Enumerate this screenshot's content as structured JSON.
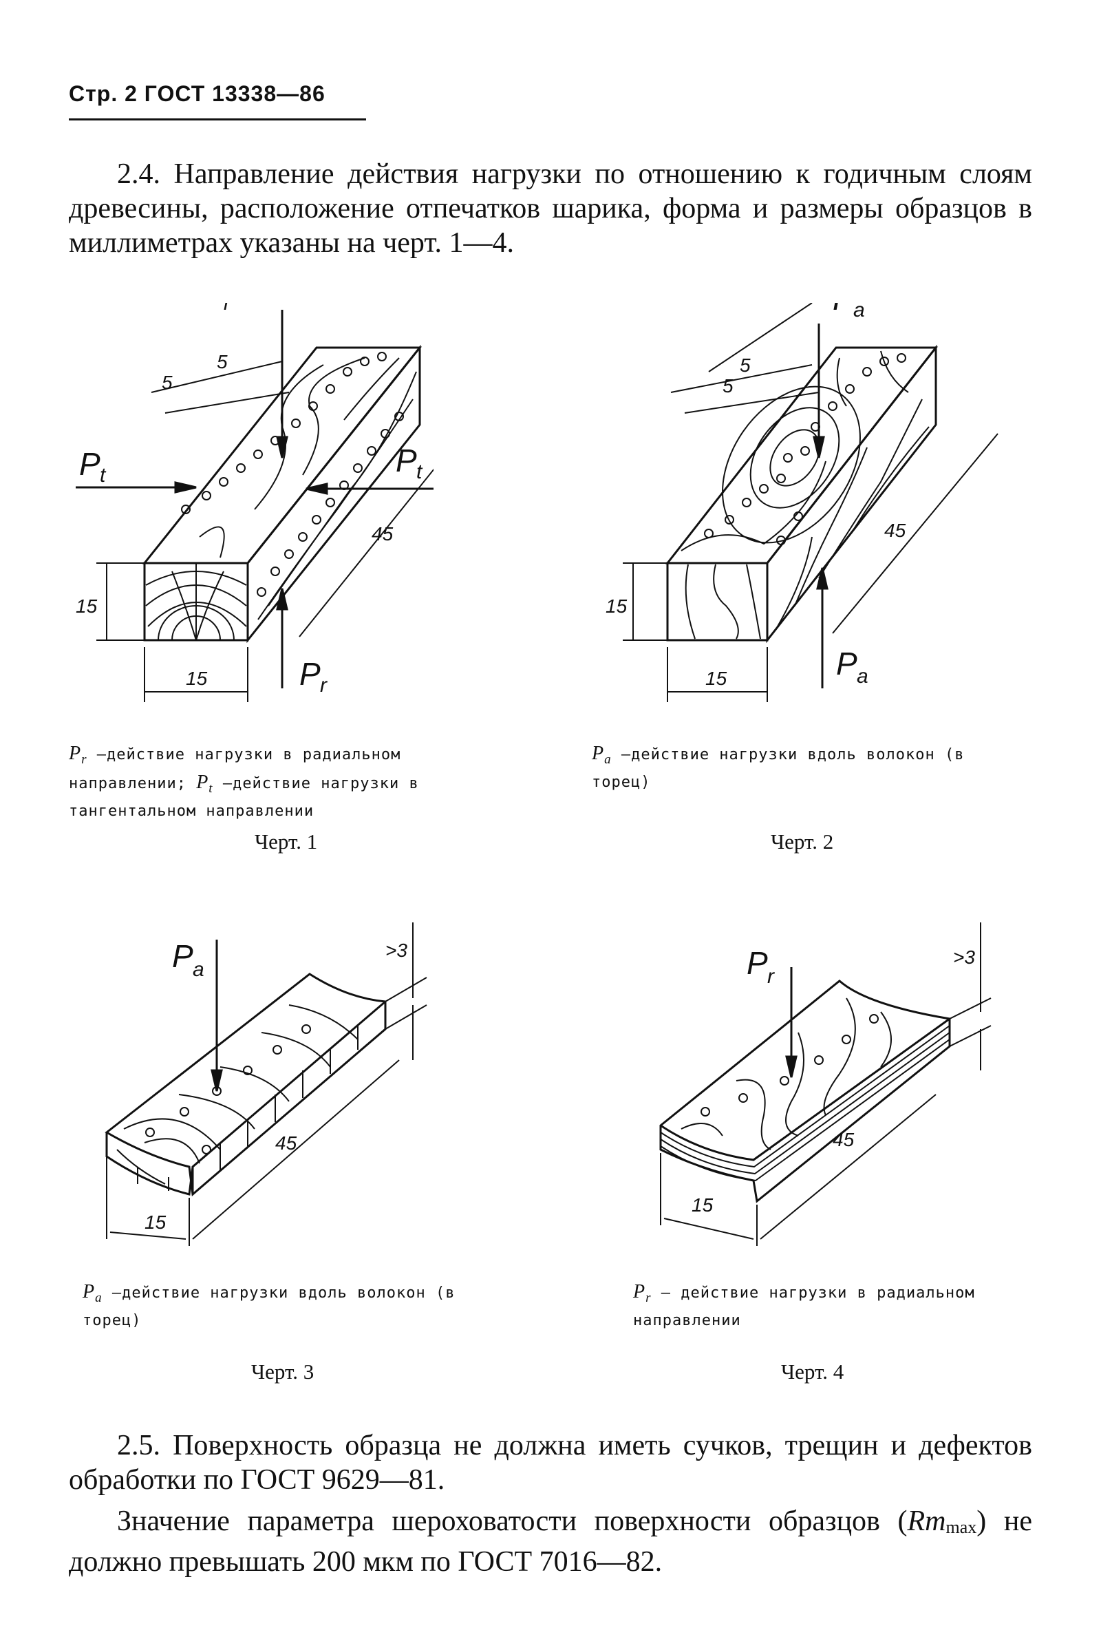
{
  "header": {
    "text": "Стр. 2 ГОСТ 13338—86"
  },
  "para_2_4": "2.4. Направление действия нагрузки по отношению к годичным слоям древесины, расположение отпечатков шарика, форма и размеры образцов в миллиметрах указаны на черт. 1—4.",
  "figures": [
    {
      "labels": {
        "pr": "P",
        "pr_sub": "r",
        "pt": "P",
        "pt_sub": "t",
        "dim_a": "5",
        "dim_b": "5",
        "height": "15",
        "width": "15",
        "length": "45"
      },
      "caption": {
        "sym1": "P",
        "sub1": "r",
        "text1": " —действие нагрузки в радиальном направлении; ",
        "sym2": "P",
        "sub2": "t",
        "text2": " —действие нагрузки в тангентальном направлении"
      },
      "chert": "Черт. 1"
    },
    {
      "labels": {
        "pa": "P",
        "pa_sub": "a",
        "dim_a": "5",
        "dim_b": "5",
        "height": "15",
        "width": "15",
        "length": "45"
      },
      "caption": {
        "sym1": "P",
        "sub1": "a",
        "text1": " —действие нагрузки вдоль волокон (в торец)"
      },
      "chert": "Черт. 2"
    },
    {
      "labels": {
        "pa": "P",
        "pa_sub": "a",
        "thick": ">3",
        "width": "15",
        "length": "45"
      },
      "caption": {
        "sym1": "P",
        "sub1": "a",
        "text1": " —действие нагрузки вдоль волокон (в торец)"
      },
      "chert": "Черт. 3"
    },
    {
      "labels": {
        "pr": "P",
        "pr_sub": "r",
        "thick": ">3",
        "width": "15",
        "length": "45"
      },
      "caption": {
        "sym1": "P",
        "sub1": "r",
        "text1": " — действие нагрузки в радиальном направлении"
      },
      "chert": "Черт. 4"
    }
  ],
  "para_2_5": "2.5. Поверхность образца не должна иметь сучков, трещин и дефектов обработки по ГОСТ 9629—81.",
  "para_rough": {
    "before": "Значение параметра шероховатости поверхности образцов (",
    "rm": "Rm",
    "rm_sub": "max",
    "after": ") не должно превышать 200 мкм по ГОСТ 7016—82."
  }
}
